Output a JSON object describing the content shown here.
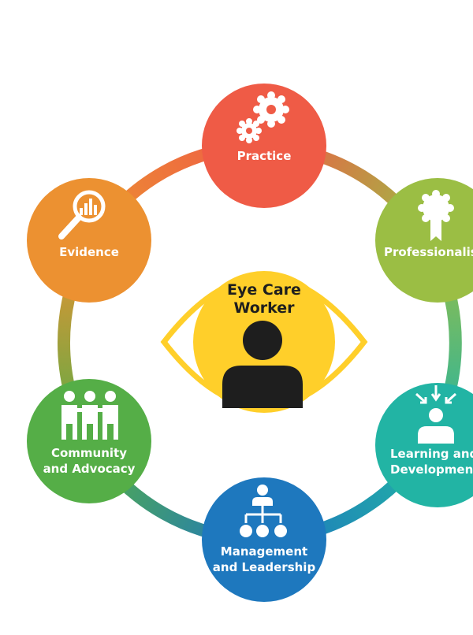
{
  "center": {
    "title_line1": "Eye Care",
    "title_line2": "Worker",
    "color": "#FFCF2A",
    "icon": "person-icon"
  },
  "nodes": [
    {
      "id": "practice",
      "line1": "Practice",
      "line2": "",
      "color": "#EF5B46",
      "icon": "gears-icon"
    },
    {
      "id": "professionalism",
      "line1": "Professionalism",
      "line2": "",
      "color": "#9BBE44",
      "icon": "award-rosette-icon"
    },
    {
      "id": "learning",
      "line1": "Learning and",
      "line2": "Development",
      "color": "#22B4A4",
      "icon": "learner-icon"
    },
    {
      "id": "management",
      "line1": "Management",
      "line2": "and Leadership",
      "color": "#1E78BE",
      "icon": "org-chart-icon"
    },
    {
      "id": "community",
      "line1": "Community",
      "line2": "and Advocacy",
      "color": "#55AE47",
      "icon": "group-of-people-icon"
    },
    {
      "id": "evidence",
      "line1": "Evidence",
      "line2": "",
      "color": "#EC9131",
      "icon": "magnifier-chart-icon"
    }
  ]
}
